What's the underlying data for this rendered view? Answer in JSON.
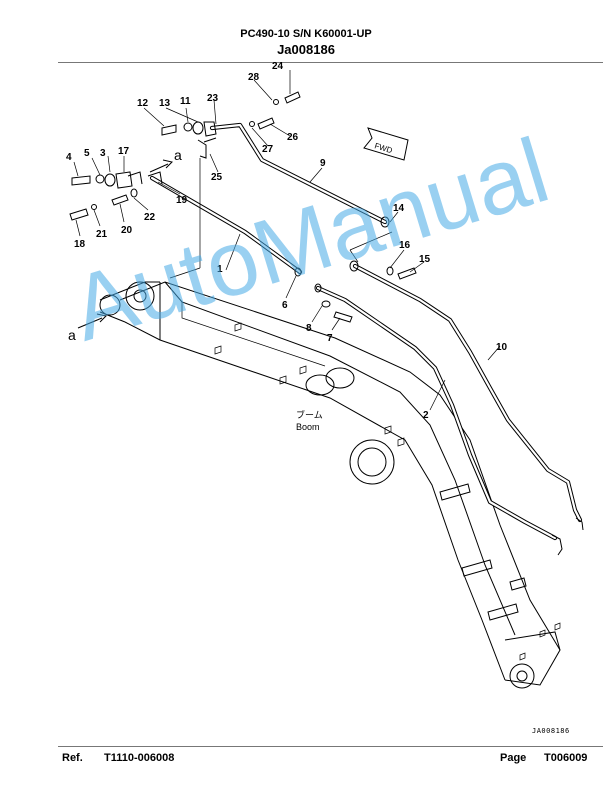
{
  "header": {
    "title": "PC490-10 S/N K60001-UP",
    "code": "Ja008186"
  },
  "footer": {
    "ref_label": "Ref.",
    "ref_value": "T1110-006008",
    "page_label": "Page",
    "page_value": "T006009"
  },
  "drawing_code": "JA008186",
  "watermark": "AutoManual",
  "labels": {
    "boom_jp": "ブーム",
    "boom_en": "Boom",
    "fwd": "FWD",
    "view_a": "a"
  },
  "callouts": [
    "1",
    "2",
    "3",
    "4",
    "5",
    "6",
    "7",
    "8",
    "9",
    "10",
    "11",
    "12",
    "13",
    "14",
    "15",
    "16",
    "17",
    "18",
    "19",
    "20",
    "21",
    "22",
    "23",
    "24",
    "25",
    "26",
    "27",
    "28"
  ]
}
